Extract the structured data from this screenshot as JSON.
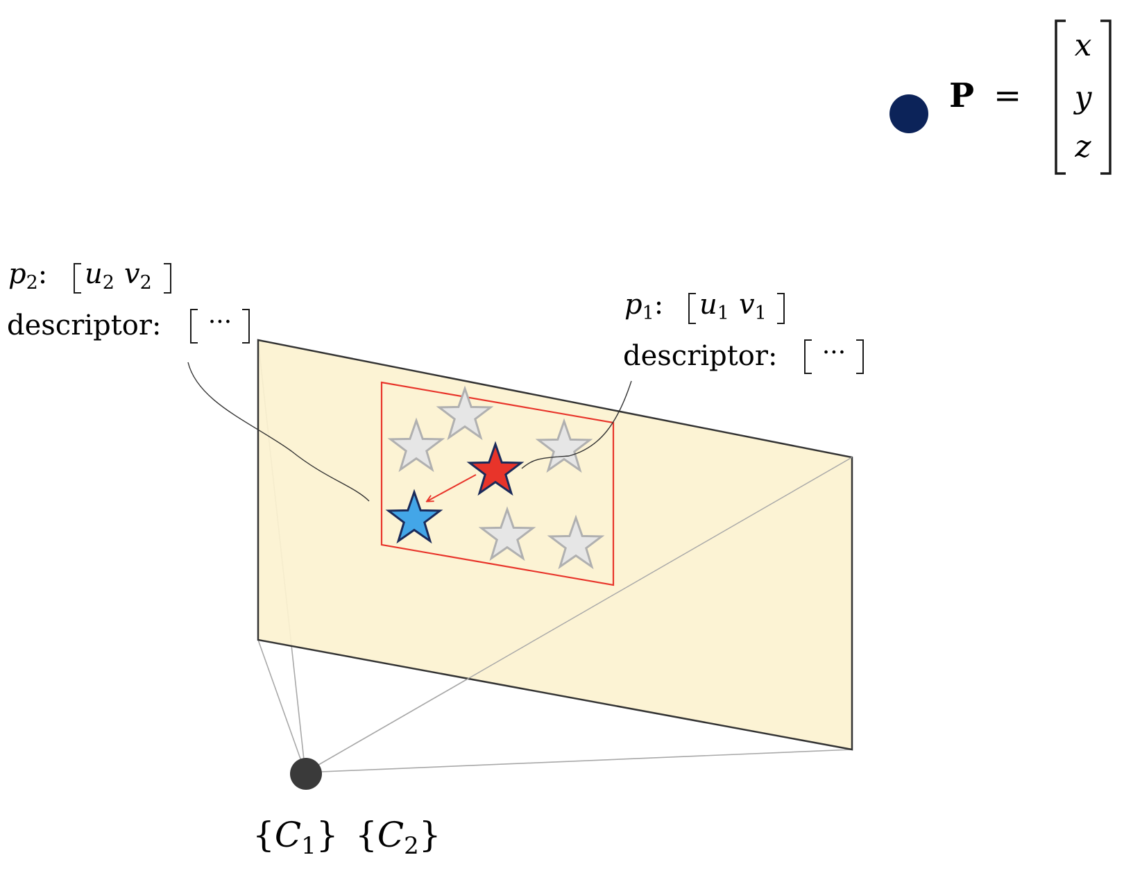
{
  "point": {
    "label": "P",
    "equals": "=",
    "vector": [
      "x",
      "y",
      "z"
    ],
    "color": "#0c2359"
  },
  "label_p2": {
    "name": "p",
    "sub": "2",
    "colon": ":",
    "u": "u",
    "u_sub": "2",
    "v": "v",
    "v_sub": "2",
    "descriptor": "descriptor:",
    "dots": "···"
  },
  "label_p1": {
    "name": "p",
    "sub": "1",
    "colon": ":",
    "u": "u",
    "u_sub": "1",
    "v": "v",
    "v_sub": "1",
    "descriptor": "descriptor:",
    "dots": "···"
  },
  "camera": {
    "c1": "C",
    "c1_sub": "1",
    "c2": "C",
    "c2_sub": "2",
    "color": "#3a3a3a"
  },
  "colors": {
    "plane_fill": "#fcf2d0",
    "plane_edge": "#333333",
    "frustum_line": "#a8a8a8",
    "window": "#e8342a",
    "star_gray_fill": "#e6e6e6",
    "star_gray_stroke": "#b0b0b0",
    "star_red": "#e8342a",
    "star_blue": "#43a6e8",
    "star_outline": "#1a2a5a"
  }
}
